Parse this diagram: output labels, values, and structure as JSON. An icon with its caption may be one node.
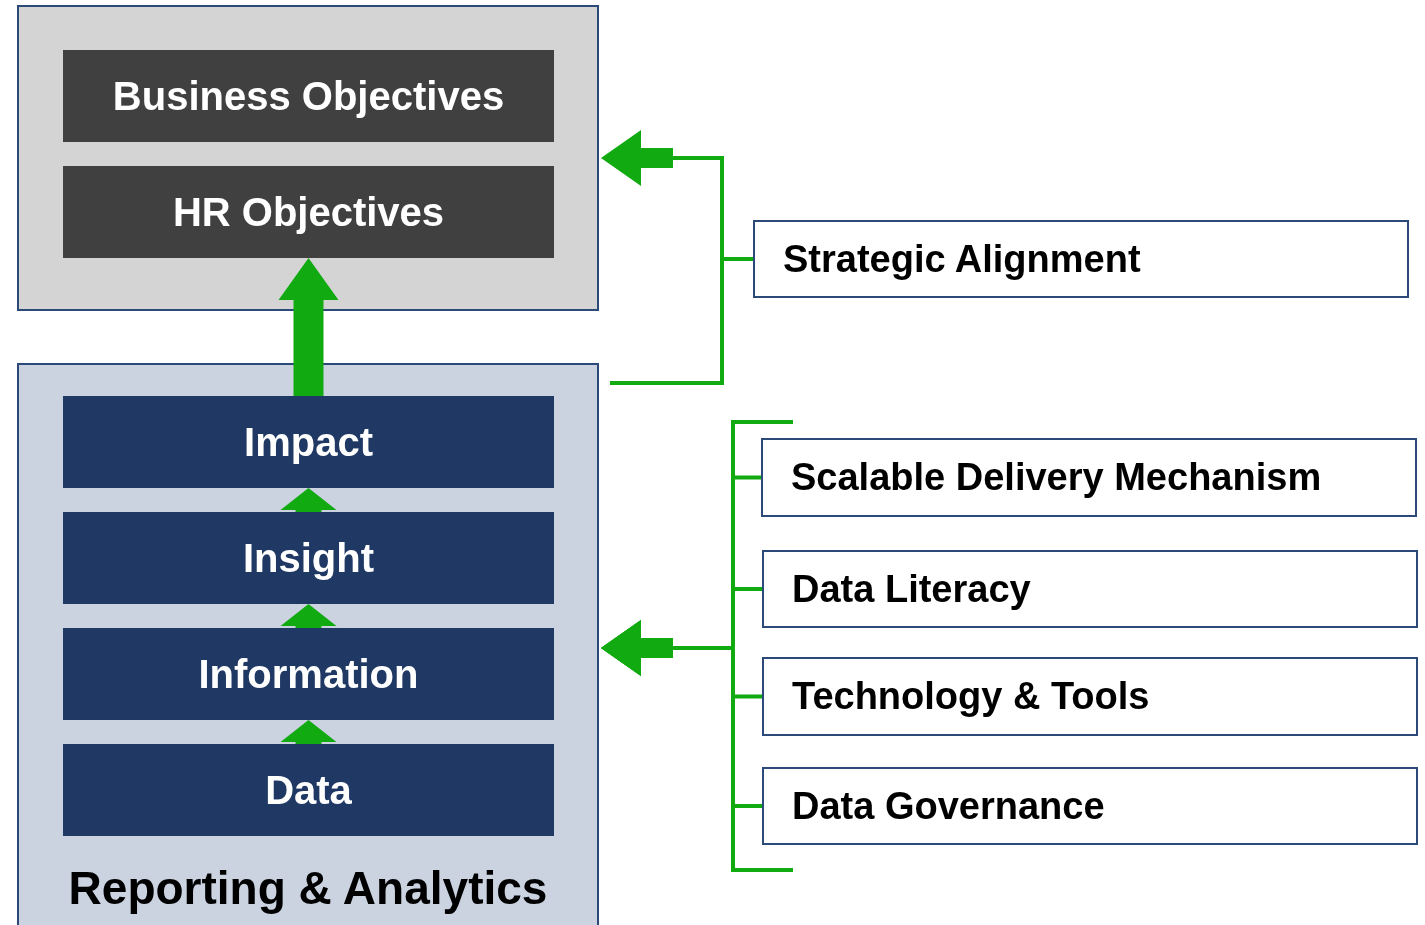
{
  "diagram": {
    "nodes": [
      {
        "text": [],
        "shape": "box"
      },
      {
        "text": [
          "Business Objectives"
        ],
        "in": 0
      },
      {
        "text": [
          "HR Objectives"
        ],
        "in": 0
      },
      {
        "text": [
          "Reporting & Analytics"
        ]
      },
      {
        "text": [
          "Impact"
        ],
        "in": 3
      },
      {
        "text": [
          "Insight"
        ],
        "in": 3
      },
      {
        "text": [
          "Information"
        ],
        "in": 3
      },
      {
        "text": [
          "Data"
        ],
        "in": 3
      },
      {
        "text": [
          "Strategic Alignment"
        ]
      },
      {
        "text": [
          "Scalable Delivery Mechanism"
        ]
      },
      {
        "text": [
          "Data Literacy"
        ]
      },
      {
        "text": [
          "Technology & Tools"
        ]
      },
      {
        "text": [
          "Data Governance"
        ]
      }
    ],
    "edges": [
      {
        "from": 4,
        "to": 2,
        "arrow": "to",
        "style": "thick"
      },
      {
        "from": 5,
        "to": 4,
        "arrow": "to",
        "style": "thick"
      },
      {
        "from": 6,
        "to": 5,
        "arrow": "to",
        "style": "thick"
      },
      {
        "from": 7,
        "to": 6,
        "arrow": "to",
        "style": "thick"
      },
      {
        "from": 8,
        "to": 0,
        "arrow": "to"
      },
      {
        "from": 9,
        "to": 3,
        "arrow": "to"
      },
      {
        "from": 10,
        "to": 3,
        "arrow": "to"
      },
      {
        "from": 11,
        "to": 3,
        "arrow": "to"
      },
      {
        "from": 12,
        "to": 3,
        "arrow": "to"
      }
    ]
  }
}
